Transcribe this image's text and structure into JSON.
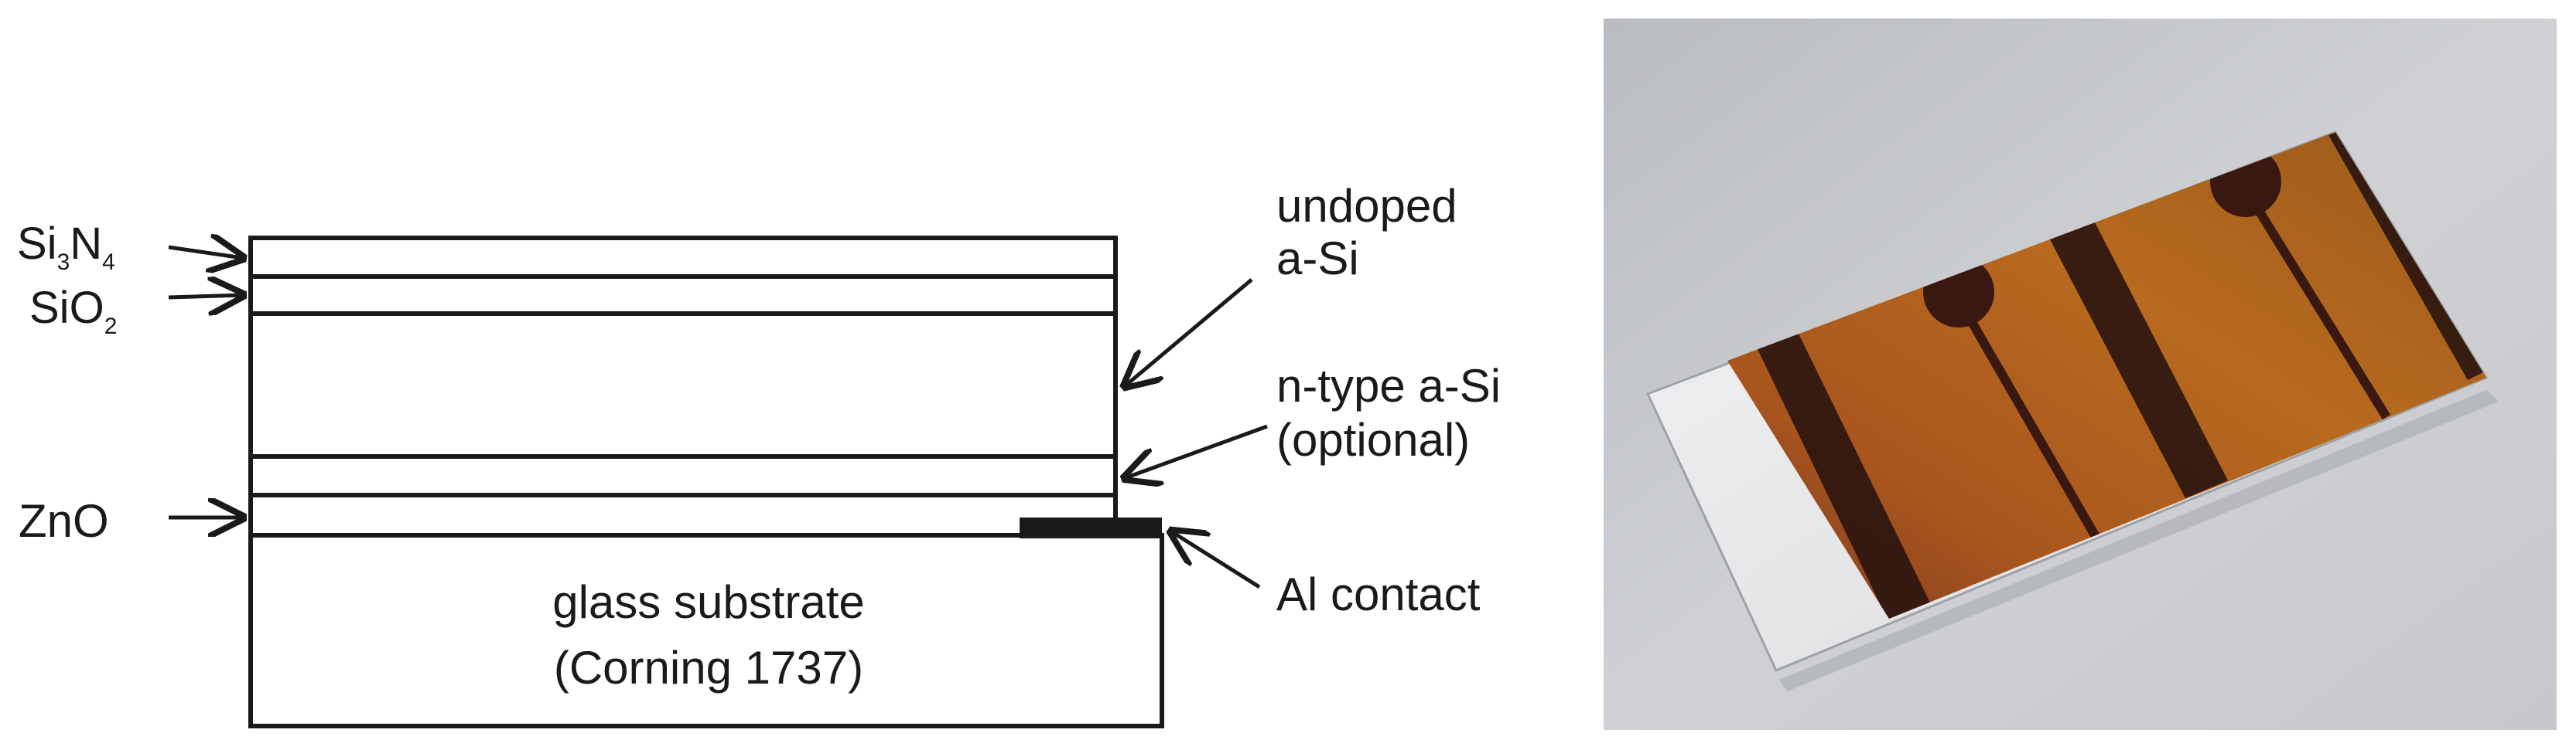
{
  "diagram": {
    "labels": {
      "si3n4": {
        "base1": "Si",
        "sub1": "3",
        "base2": "N",
        "sub2": "4"
      },
      "sio2": {
        "base1": "SiO",
        "sub1": "2"
      },
      "zno": "ZnO",
      "undoped_line1": "undoped",
      "undoped_line2": "a-Si",
      "ntype_line1": "n-type a-Si",
      "ntype_line2": "(optional)",
      "al_contact": "Al contact",
      "substrate_line1": "glass substrate",
      "substrate_line2": "(Corning 1737)"
    }
  },
  "colors": {
    "line": "#1a1a1a",
    "photo_background": "#c4c7cb",
    "film_orange": "#b0621c",
    "stripe_dark": "#2a1410"
  }
}
